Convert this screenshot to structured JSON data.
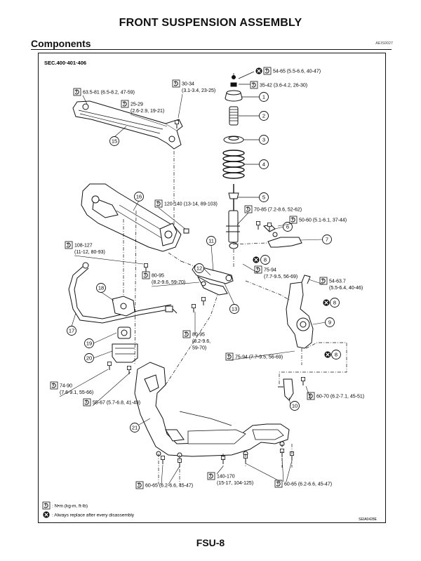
{
  "page_title": "FRONT SUSPENSION ASSEMBLY",
  "section_title": "Components",
  "ref_code": "AEIS0027",
  "footer": "FSU-8",
  "diagram": {
    "sec_label": "SEC.400·401·406",
    "image_code": "SEIA0428E",
    "legend": {
      "torque_unit": ": N•m (kg-m, ft-lb)",
      "replace_note": ": Always replace after every disassembly"
    },
    "torque_labels": [
      {
        "id": "t1",
        "lines": [
          "54-65 (5.5-6.6, 40-47)"
        ],
        "icon": "torque",
        "replace": true
      },
      {
        "id": "t2",
        "lines": [
          "35-42 (3.6-4.2, 26-30)"
        ],
        "icon": "torque"
      },
      {
        "id": "t3",
        "lines": [
          "30-34",
          "(3.1-3.4, 23-25)"
        ],
        "icon": "torque"
      },
      {
        "id": "t4",
        "lines": [
          "63.5-81 (6.5-8.2, 47-59)"
        ],
        "icon": "torque"
      },
      {
        "id": "t5",
        "lines": [
          "25-29",
          "(2.6-2.9, 19-21)"
        ],
        "icon": "torque"
      },
      {
        "id": "t6",
        "lines": [
          "120-140 (13-14, 89-103)"
        ],
        "icon": "torque"
      },
      {
        "id": "t7",
        "lines": [
          "70-85 (7.2-8.6, 52-62)"
        ],
        "icon": "torque"
      },
      {
        "id": "t8",
        "lines": [
          "50-60 (5.1-6.1, 37-44)"
        ],
        "icon": "torque"
      },
      {
        "id": "t9",
        "lines": [
          "108-127",
          "(11-12, 80-93)"
        ],
        "icon": "torque"
      },
      {
        "id": "t10",
        "lines": [
          "80-95",
          "(8.2-9.6, 59-70)"
        ],
        "icon": "torque"
      },
      {
        "id": "t11",
        "lines": [
          "75-94",
          "(7.7-9.5, 56-69)"
        ],
        "icon": "torque"
      },
      {
        "id": "t12",
        "lines": [
          "54-63.7",
          "(5.5-6.4, 40-46)"
        ],
        "icon": "torque"
      },
      {
        "id": "t13",
        "lines": [
          "80-95",
          "(8.2-9.6,",
          "59-70)"
        ],
        "icon": "torque"
      },
      {
        "id": "t14",
        "lines": [
          "75-94  (7.7-9.5, 56-69)"
        ],
        "icon": "torque"
      },
      {
        "id": "t15",
        "lines": [
          "74-90",
          "(7.6-9.1, 55-66)"
        ],
        "icon": "torque"
      },
      {
        "id": "t16",
        "lines": [
          "55-67 (5.7-6.8, 41-49)"
        ],
        "icon": "torque"
      },
      {
        "id": "t17",
        "lines": [
          "60-70 (6.2-7.1, 45-51)"
        ],
        "icon": "torque"
      },
      {
        "id": "t18",
        "lines": [
          "140-170",
          "(15-17, 104-125)"
        ],
        "icon": "torque"
      },
      {
        "id": "t19",
        "lines": [
          "60-65 (6.2-6.6, 45-47)"
        ],
        "icon": "torque"
      },
      {
        "id": "t20",
        "lines": [
          "60-65 (6.2-6.6, 45-47)"
        ],
        "icon": "torque"
      }
    ],
    "part_numbers": [
      "1",
      "2",
      "3",
      "4",
      "5",
      "6",
      "7",
      "8",
      "8",
      "8",
      "9",
      "10",
      "11",
      "12",
      "13",
      "15",
      "16",
      "17",
      "18",
      "19",
      "20",
      "21"
    ]
  }
}
